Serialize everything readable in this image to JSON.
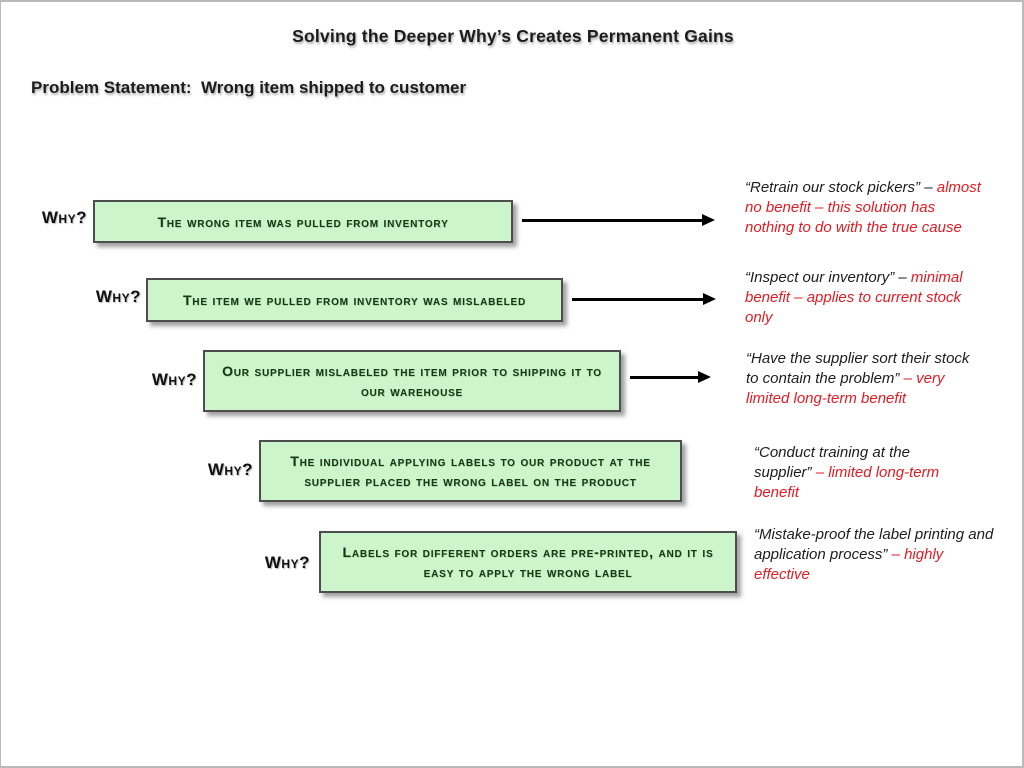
{
  "slide": {
    "title": "Solving the Deeper Why’s Creates Permanent Gains",
    "problem_statement": "Problem Statement:  Wrong item shipped to customer"
  },
  "colors": {
    "box_fill_green": "#cdf5cb",
    "box_border": "#4d4d4d",
    "box_text_green": "#153815",
    "annotation_red": "#e31b23",
    "text_black": "#1c1c1c",
    "slide_border_gray": "#b9b9b9"
  },
  "rows": [
    {
      "why": "Why?",
      "cause": "The wrong item was pulled from inventory",
      "solution_quote": "“Retrain our stock pickers” –",
      "solution_comment": "almost no benefit – this solution has nothing to do with the true cause"
    },
    {
      "why": "Why?",
      "cause": "The item we pulled from inventory was mislabeled",
      "solution_quote": "“Inspect our inventory” –",
      "solution_comment": "minimal benefit – applies to current stock only"
    },
    {
      "why": "Why?",
      "cause": "Our supplier mislabeled the item prior to shipping it to our warehouse",
      "solution_quote": "“Have the supplier sort their stock to contain the problem”",
      "solution_comment": "– very limited long-term benefit"
    },
    {
      "why": "Why?",
      "cause": "The individual applying labels to our product at the supplier placed the wrong label on the product",
      "solution_quote": "“Conduct training at the supplier”",
      "solution_comment": "–  limited long-term benefit"
    },
    {
      "why": "Why?",
      "cause": "Labels for different orders are pre-printed, and it is easy to apply the wrong label",
      "solution_quote": "“Mistake-proof the label printing and application process”",
      "solution_comment": "– highly effective"
    }
  ]
}
